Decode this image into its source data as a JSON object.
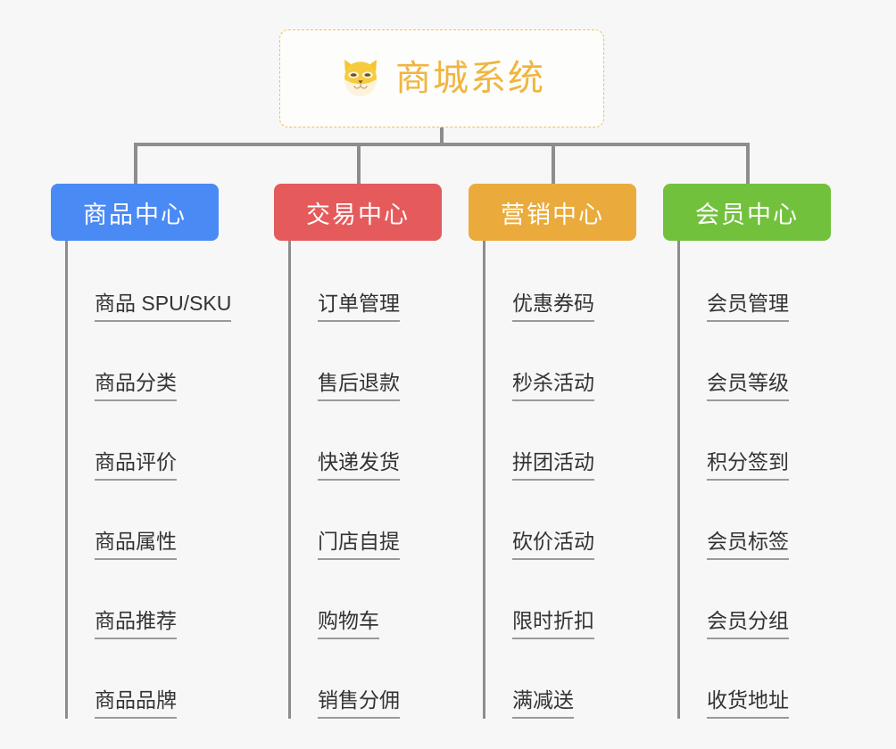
{
  "page": {
    "background_color": "#f7f7f7",
    "connector_color": "#8d8d8d",
    "leaf_text_color": "#333333",
    "leaf_underline_color": "#9a9a9a"
  },
  "root": {
    "icon": "shiba-inu-dog-icon",
    "title": "商城系统",
    "text_color": "#f0b53f",
    "border_color": "#f0c060",
    "background_color": "#fdfdfb"
  },
  "columns": [
    {
      "title": "商品中心",
      "color": "#4a8af4",
      "items": [
        "商品 SPU/SKU",
        "商品分类",
        "商品评价",
        "商品属性",
        "商品推荐",
        "商品品牌"
      ]
    },
    {
      "title": "交易中心",
      "color": "#e55b5b",
      "items": [
        "订单管理",
        "售后退款",
        "快递发货",
        "门店自提",
        "购物车",
        "销售分佣"
      ]
    },
    {
      "title": "营销中心",
      "color": "#eaab3c",
      "items": [
        "优惠券码",
        "秒杀活动",
        "拼团活动",
        "砍价活动",
        "限时折扣",
        "满减送"
      ]
    },
    {
      "title": "会员中心",
      "color": "#72c13c",
      "items": [
        "会员管理",
        "会员等级",
        "积分签到",
        "会员标签",
        "会员分组",
        "收货地址"
      ]
    }
  ]
}
